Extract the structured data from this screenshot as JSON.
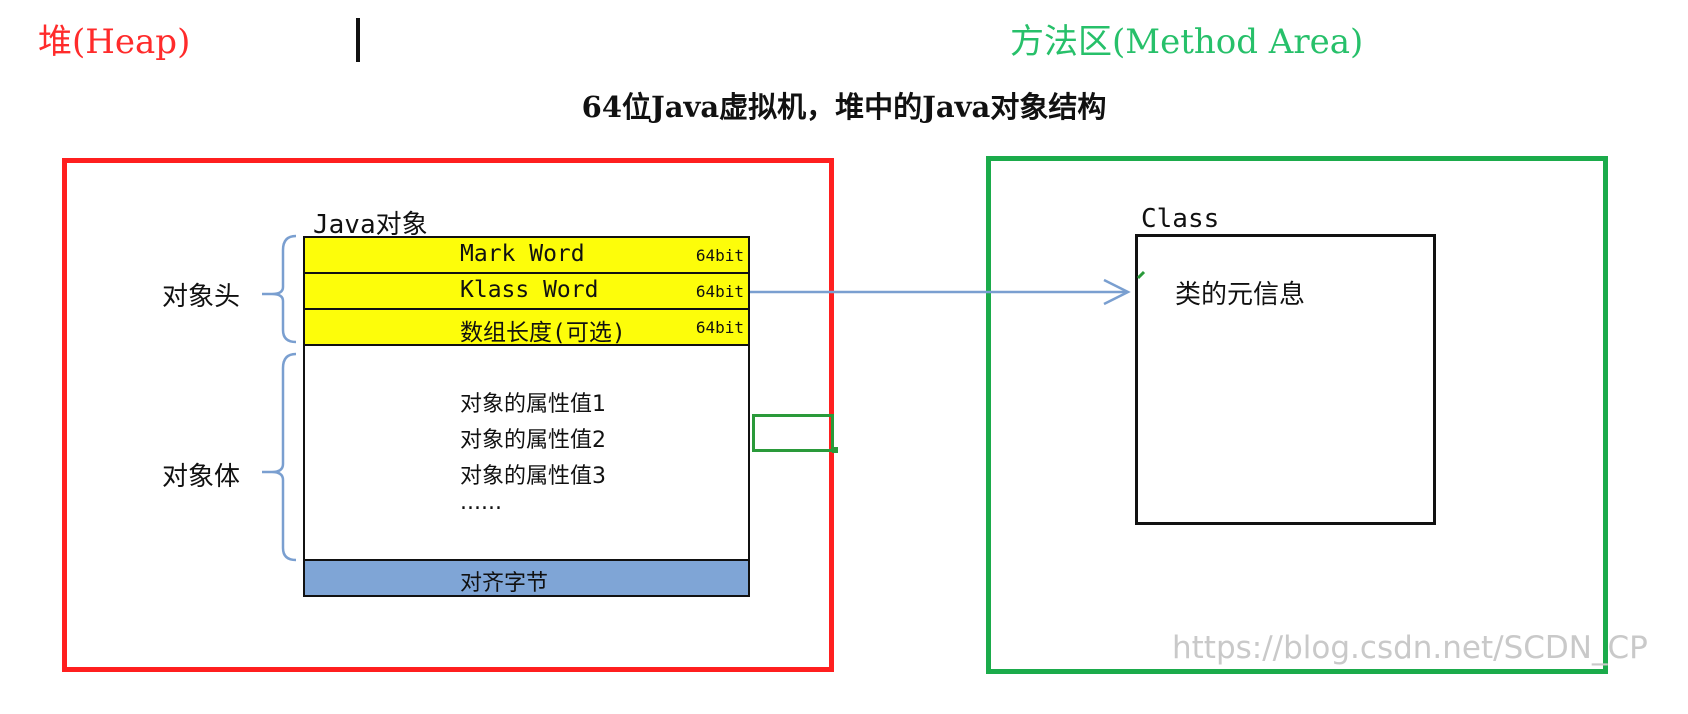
{
  "header": {
    "heap_label": "堆(Heap)",
    "method_area_label": "方法区(Method Area)",
    "title": "64位Java虚拟机，堆中的Java对象结构"
  },
  "heap": {
    "object_title": "Java对象",
    "header_rows": [
      {
        "label": "Mark Word",
        "bits": "64bit"
      },
      {
        "label": "Klass Word",
        "bits": "64bit"
      },
      {
        "label": "数组长度(可选)",
        "bits": "64bit"
      }
    ],
    "body_lines": [
      "对象的属性值1",
      "对象的属性值2",
      "对象的属性值3",
      "......"
    ],
    "padding_label": "对齐字节",
    "object_header_label": "对象头",
    "object_body_label": "对象体"
  },
  "method_area": {
    "class_title": "Class",
    "class_content": "类的元信息"
  },
  "watermark": "https://blog.csdn.net/SCDN_CP",
  "colors": {
    "heap_border": "#ff1f1f",
    "method_border": "#1bab4b",
    "header_fill": "#fdfd0a",
    "padding_fill": "#7fa5d6",
    "arrow": "#7a9fd0"
  }
}
